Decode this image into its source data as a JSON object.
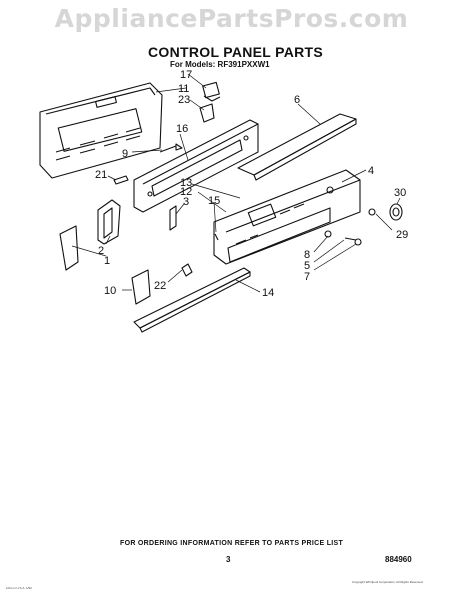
{
  "watermark": "AppliancePartsPros.com",
  "title": "CONTROL PANEL PARTS",
  "model_line": "For Models: RF391PXXW1",
  "callouts": [
    {
      "id": "17",
      "label": "17"
    },
    {
      "id": "11",
      "label": "11"
    },
    {
      "id": "23",
      "label": "23"
    },
    {
      "id": "6",
      "label": "6"
    },
    {
      "id": "16",
      "label": "16"
    },
    {
      "id": "9",
      "label": "9"
    },
    {
      "id": "4",
      "label": "4"
    },
    {
      "id": "21",
      "label": "21"
    },
    {
      "id": "13",
      "label": "13"
    },
    {
      "id": "12",
      "label": "12"
    },
    {
      "id": "3",
      "label": "3"
    },
    {
      "id": "15",
      "label": "15"
    },
    {
      "id": "30",
      "label": "30"
    },
    {
      "id": "29",
      "label": "29"
    },
    {
      "id": "2",
      "label": "2"
    },
    {
      "id": "1",
      "label": "1"
    },
    {
      "id": "8",
      "label": "8"
    },
    {
      "id": "5",
      "label": "5"
    },
    {
      "id": "7",
      "label": "7"
    },
    {
      "id": "10",
      "label": "10"
    },
    {
      "id": "22",
      "label": "22"
    },
    {
      "id": "14",
      "label": "14"
    }
  ],
  "footer_text": "FOR ORDERING INFORMATION REFER TO PARTS PRICE LIST",
  "page_number": "3",
  "doc_number": "884960",
  "fine_print_left": "Litho in U.S.A. 1/92",
  "fine_print_right": "Copyright Whirlpool Corporation. All Rights Reserved."
}
